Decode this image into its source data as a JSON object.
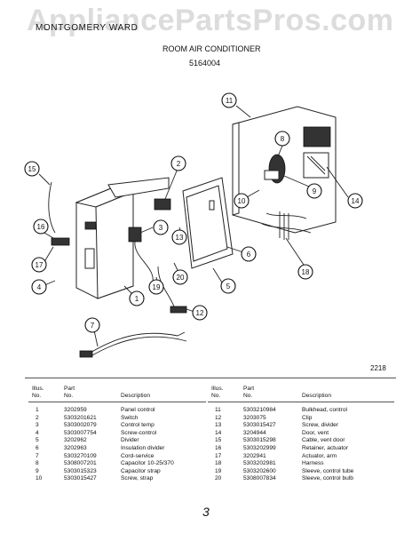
{
  "watermark": "AppliancePartsPros.com",
  "header": {
    "brand": "MONTGOMERY WARD",
    "subtitle": "ROOM AIR CONDITIONER",
    "model": "5164004",
    "diagram_number": "2218"
  },
  "callouts": [
    "1",
    "2",
    "3",
    "4",
    "5",
    "6",
    "7",
    "8",
    "9",
    "10",
    "11",
    "12",
    "13",
    "14",
    "15",
    "16",
    "17",
    "18",
    "19",
    "20"
  ],
  "table": {
    "headers": {
      "illus_1": "Illus.",
      "illus_2": "No.",
      "part_1": "Part",
      "part_2": "No.",
      "description": "Description"
    },
    "headers_right": {
      "illus_1": "Illus.",
      "illus_2": "No.",
      "part_1": "Part",
      "part_2": "No.",
      "description": "Description"
    },
    "left": [
      {
        "no": "1",
        "part": "3202959",
        "desc": "Panel control"
      },
      {
        "no": "2",
        "part": "5303201621",
        "desc": "Switch"
      },
      {
        "no": "3",
        "part": "5303002079",
        "desc": "Control temp"
      },
      {
        "no": "4",
        "part": "5303007754",
        "desc": "Screw-control"
      },
      {
        "no": "5",
        "part": "3202962",
        "desc": "Divider"
      },
      {
        "no": "6",
        "part": "3202963",
        "desc": "Insulation divider"
      },
      {
        "no": "7",
        "part": "5303270109",
        "desc": "Cord-service"
      },
      {
        "no": "8",
        "part": "5308007201",
        "desc": "Capacitor 10-25/370"
      },
      {
        "no": "9",
        "part": "5303015323",
        "desc": "Capacitor strap"
      },
      {
        "no": "10",
        "part": "5303015427",
        "desc": "Screw, strap"
      }
    ],
    "right": [
      {
        "no": "11",
        "part": "5303210984",
        "desc": "Bulkhead, control"
      },
      {
        "no": "12",
        "part": "3203075",
        "desc": "Clip"
      },
      {
        "no": "13",
        "part": "5303015427",
        "desc": "Screw, divider"
      },
      {
        "no": "14",
        "part": "3204944",
        "desc": "Door, vent"
      },
      {
        "no": "15",
        "part": "5303015298",
        "desc": "Cable, vent door"
      },
      {
        "no": "16",
        "part": "5303202999",
        "desc": "Retainer, actuator"
      },
      {
        "no": "17",
        "part": "3202941",
        "desc": "Actuator, arm"
      },
      {
        "no": "18",
        "part": "5303202981",
        "desc": "Harness"
      },
      {
        "no": "19",
        "part": "5303202600",
        "desc": "Sleeve, control tube"
      },
      {
        "no": "20",
        "part": "5308007834",
        "desc": "Sleeve, control bulb"
      }
    ]
  },
  "footer_mark": "3"
}
